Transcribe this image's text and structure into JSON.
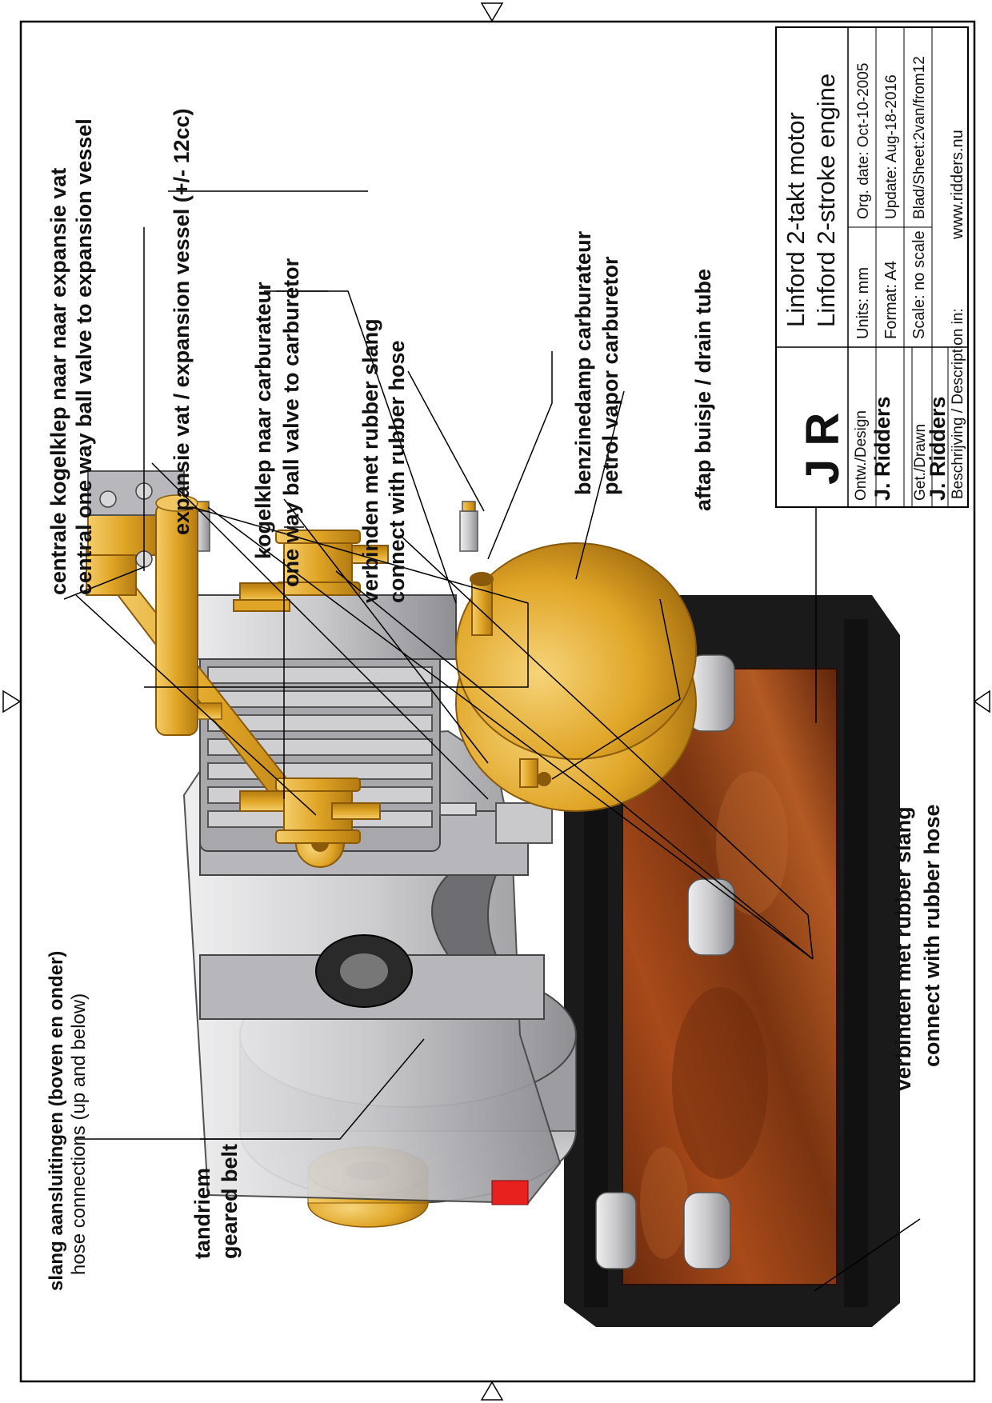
{
  "callouts": {
    "central_valve": {
      "nl": "centrale  kogelklep naar naar expansie vat",
      "en": "central one way ball valve to expansion vessel"
    },
    "expansion_vessel": {
      "line": "expansie vat / expansion vessel (+/- 12cc)"
    },
    "carb_valve": {
      "nl": "kogelklep naar carburateur",
      "en": "one way ball valve to carburetor"
    },
    "hose_top": {
      "nl": "verbinden met rubber slang",
      "en": "connect with rubber hose"
    },
    "carburetor": {
      "nl": "benzinedamp carburateur",
      "en": "petrol vapor carburetor"
    },
    "drain": {
      "line": "aftap buisje / drain tube"
    },
    "hose_connections": {
      "nl": "slang aansluitingen (boven en onder)",
      "en": "hose connections (up and below)"
    },
    "belt": {
      "nl": "tandriem",
      "en": "geared belt"
    },
    "hose_bottom": {
      "nl": "verbinden met rubber slang",
      "en": "connect with rubber hose"
    }
  },
  "title_block": {
    "logo": "J  R",
    "title_nl": "Linford 2-takt motor",
    "title_en": "Linford 2-stroke engine",
    "design_label": "Ontw./Design",
    "design_name": "J. Ridders",
    "drawn_label": "Get./Drawn",
    "drawn_name": "J. Ridders",
    "units": "Units: mm",
    "format": "Format: A4",
    "scale": "Scale: no scale",
    "org_date": "Org. date: Oct-10-2005",
    "update": "Update: Aug-18-2016",
    "sheet": "Blad/Sheet:2van/from12",
    "description_label": "Beschrijving / Description in:",
    "website": "www.ridders.nu"
  },
  "colors": {
    "brass": "#e0a526",
    "aluminium": "#c9c9cc",
    "base_black": "#1a1a1a",
    "wood": "#8a3a12",
    "red_mark": "#e8201e"
  }
}
